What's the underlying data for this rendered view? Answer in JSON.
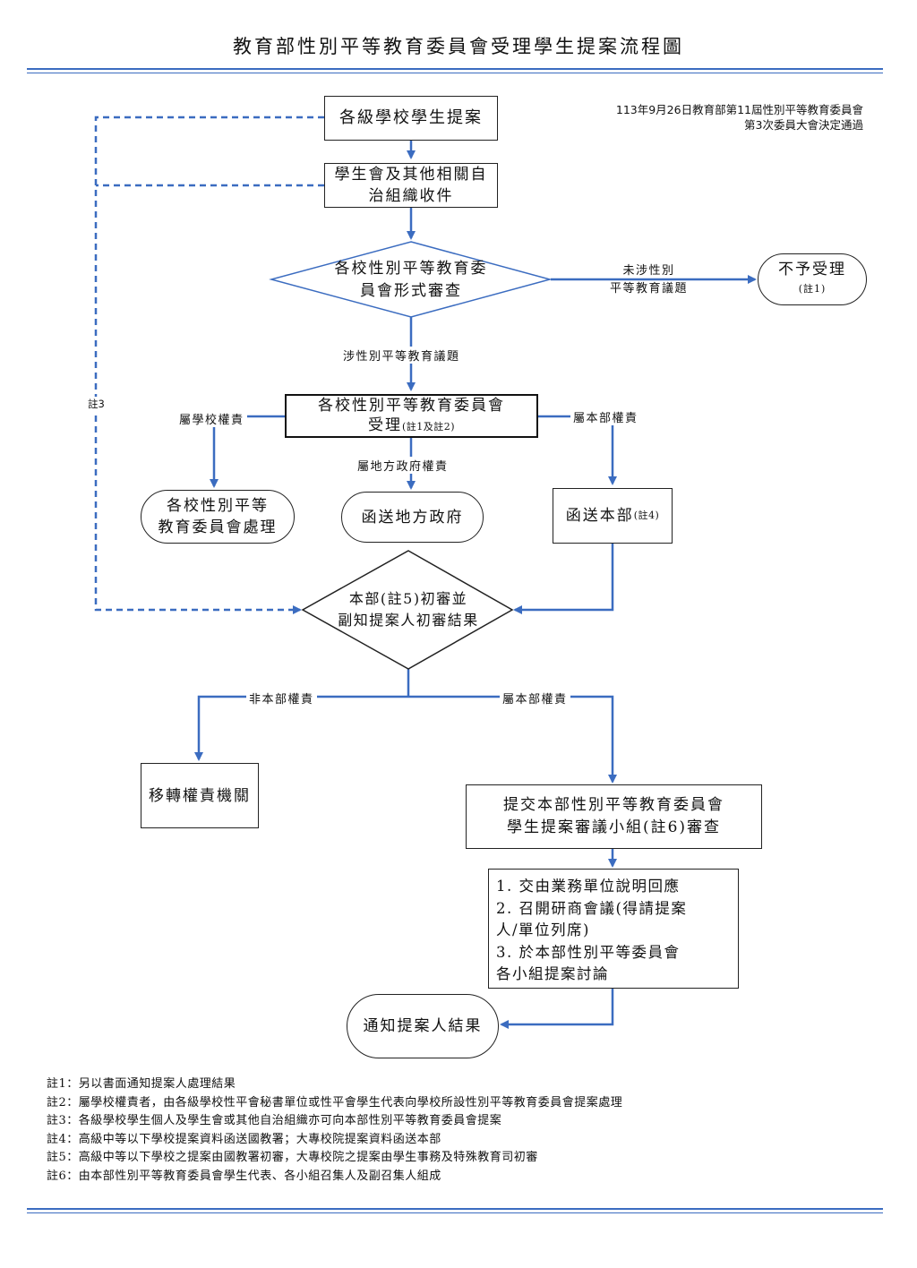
{
  "title": "教育部性別平等教育委員會受理學生提案流程圖",
  "approval_note": [
    "113年9月26日教育部第11屆性別平等教育委員會",
    "第3次委員大會決定通過"
  ],
  "nodes": {
    "student_proposal": "各級學校學生提案",
    "student_council": "學生會及其他相關自治組織收件",
    "school_review": [
      "各校性別平等教育委",
      "員會形式審查"
    ],
    "not_accepted": "不予受理",
    "not_accepted_note": "(註1)",
    "school_accept": "各校性別平等教育委員會",
    "school_accept_sub": "受理",
    "school_accept_note": "(註1及註2)",
    "school_handle": [
      "各校性別平等",
      "教育委員會處理"
    ],
    "send_local_gov": "函送地方政府",
    "send_ministry": "函送本部",
    "send_ministry_note": "(註4)",
    "ministry_review": [
      "本部(註5)初審並",
      "副知提案人初審結果"
    ],
    "transfer": "移轉權責機關",
    "submit_subgroup": [
      "提交本部性別平等教育委員會",
      "學生提案審議小組(註6)審查"
    ],
    "steps": [
      "1. 交由業務單位說明回應",
      "2. 召開研商會議(得請提案",
      "人/單位列席)",
      "3. 於本部性別平等委員會",
      "各小組提案討論"
    ],
    "notify": "通知提案人結果"
  },
  "labels": {
    "not_gender_issue": [
      "未涉性別",
      "平等教育議題"
    ],
    "gender_issue": "涉性別平等教育議題",
    "note3": "註3",
    "school_duty": "屬學校權責",
    "local_duty": "屬地方政府權責",
    "ministry_duty": "屬本部權責",
    "non_ministry_duty": "非本部權責",
    "ministry_duty_2": "屬本部權責"
  },
  "footnotes": [
    "註1：另以書面通知提案人處理結果",
    "註2：屬學校權責者，由各級學校性平會秘書單位或性平會學生代表向學校所設性別平等教育委員會提案處理",
    "註3：各級學校學生個人及學生會或其他自治組織亦可向本部性別平等教育委員會提案",
    "註4：高級中等以下學校提案資料函送國教署；大專校院提案資料函送本部",
    "註5：高級中等以下學校之提案由國教署初審，大專校院之提案由學生事務及特殊教育司初審",
    "註6：由本部性別平等教育委員會學生代表、各小組召集人及副召集人組成"
  ],
  "colors": {
    "connector": "#3b6cc0",
    "rule": "#3b6cc0",
    "border": "#222222"
  }
}
